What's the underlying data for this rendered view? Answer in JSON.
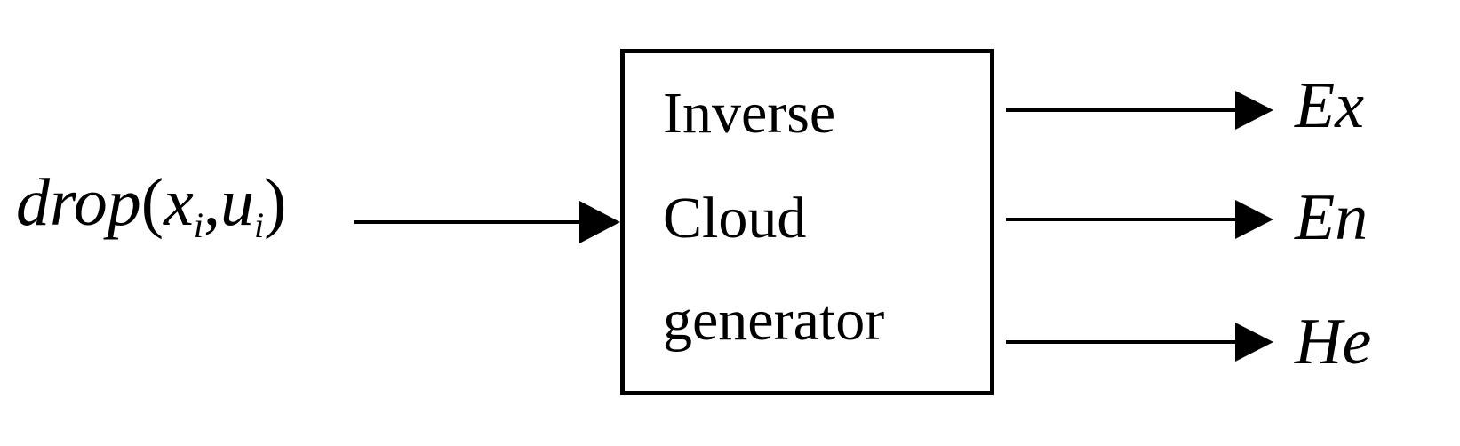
{
  "input": {
    "name": "drop",
    "open_paren": "(",
    "var1": "x",
    "sub1": "i",
    "comma": ",",
    "var2": "u",
    "sub2": "i",
    "close_paren": ")"
  },
  "block": {
    "line1": "Inverse",
    "line2": "Cloud",
    "line3": "generator"
  },
  "outputs": [
    "Ex",
    "En",
    "He"
  ]
}
